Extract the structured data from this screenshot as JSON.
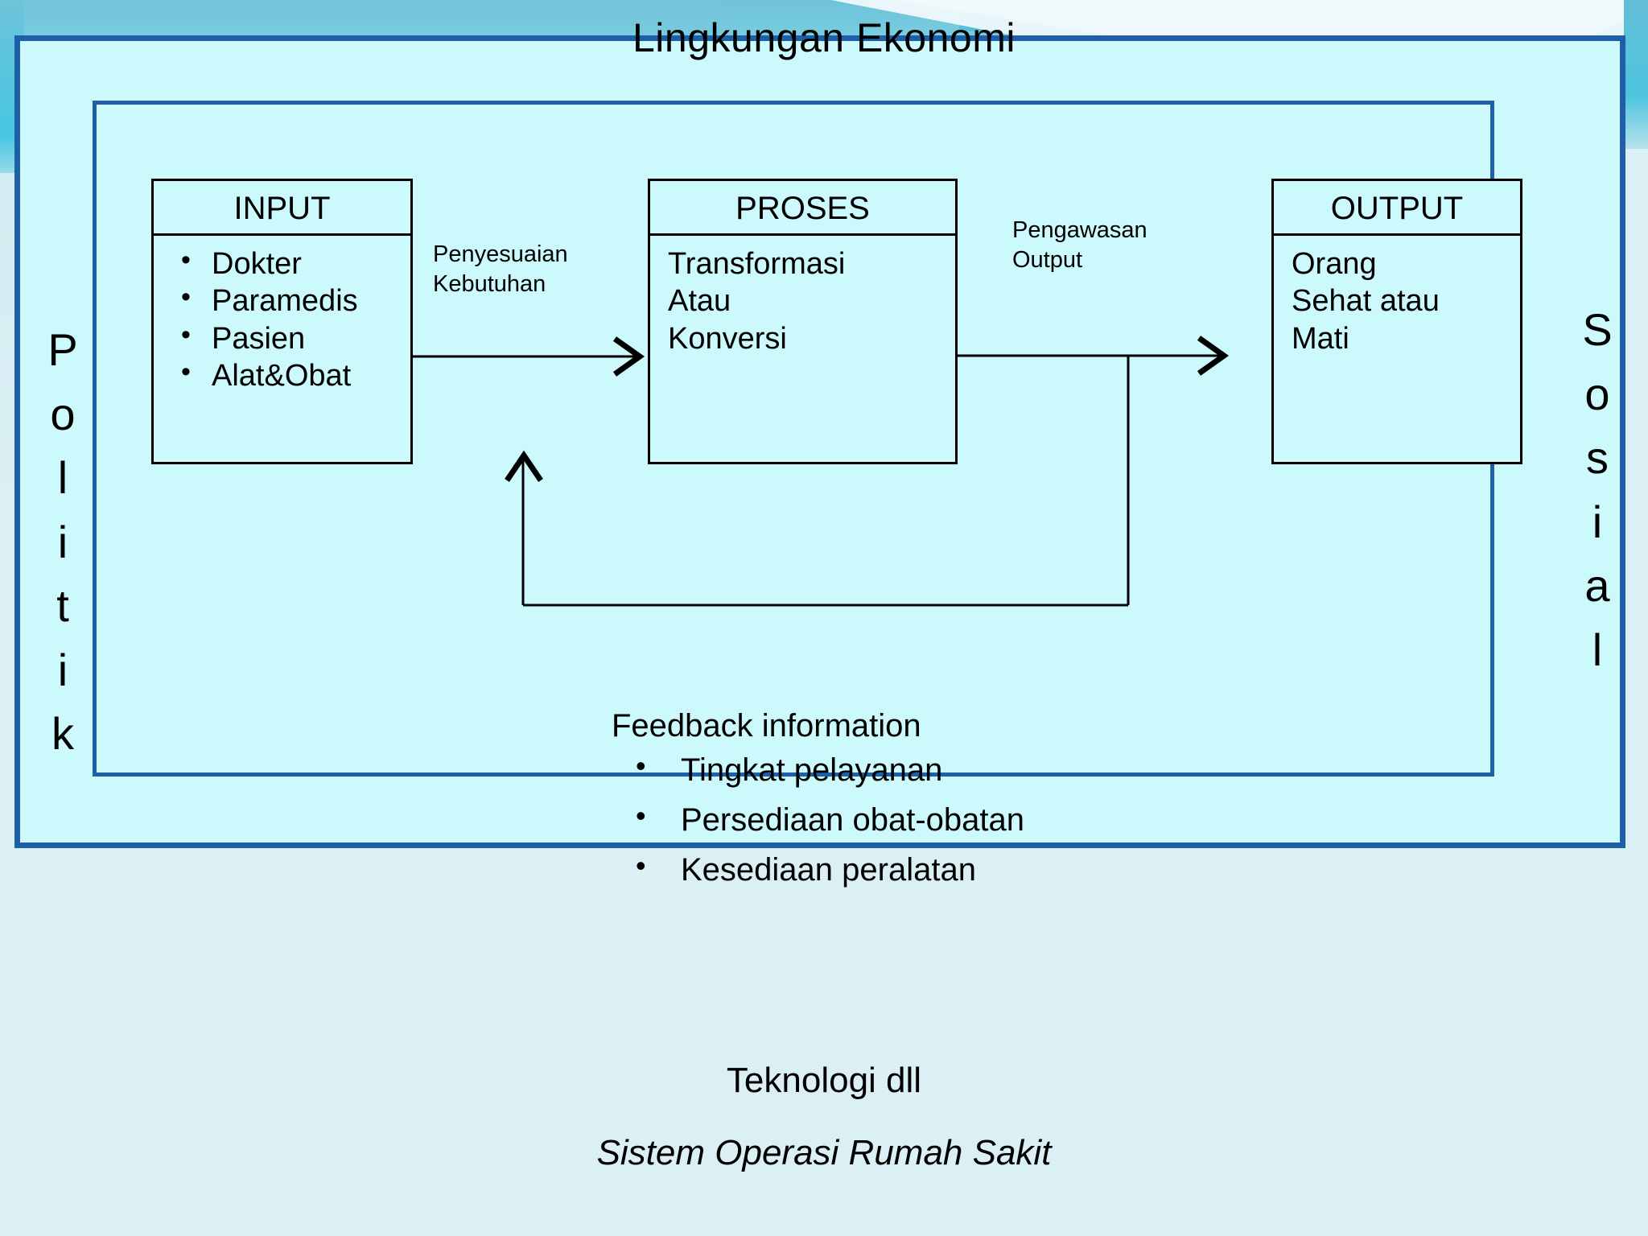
{
  "slide": {
    "environment_title": "Lingkungan Ekonomi",
    "bottom_environment_label": "Teknologi dll",
    "left_environment_label": "Politik",
    "right_environment_label": "Sosial",
    "caption": "Sistem Operasi Rumah Sakit"
  },
  "nodes": {
    "input": {
      "header": "INPUT",
      "items": [
        "Dokter",
        "Paramedis",
        "Pasien",
        "Alat&Obat"
      ]
    },
    "proses": {
      "header": "PROSES",
      "lines": [
        "Transformasi",
        "Atau",
        "Konversi"
      ]
    },
    "output": {
      "header": "OUTPUT",
      "lines": [
        "Orang",
        "Sehat atau",
        "Mati"
      ]
    }
  },
  "edges": {
    "input_to_proses_label": "Penyesuaian\nKebutuhan",
    "input_to_proses_label_line1": "Penyesuaian",
    "input_to_proses_label_line2": "Kebutuhan",
    "proses_to_output_label_line1": "Pengawasan",
    "proses_to_output_label_line2": "Output"
  },
  "feedback": {
    "title": "Feedback information",
    "items": [
      "Tingkat pelayanan",
      "Persediaan obat-obatan",
      "Kesediaan peralatan"
    ]
  },
  "colors": {
    "slide_background": "#CCF9FC",
    "frame_border": "#1F5FA8",
    "banner_teal": "#74C8DD",
    "caption_background": "#DBF0F5",
    "line_black": "#000000"
  }
}
